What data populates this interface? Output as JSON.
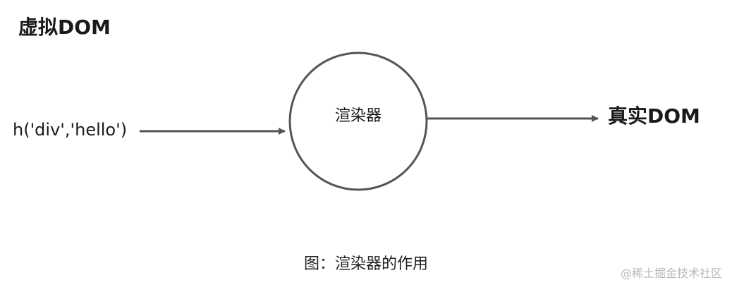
{
  "diagram": {
    "heading": "虚拟DOM",
    "input_label": "h('div','hello')",
    "node_label": "渲染器",
    "output_label": "真实DOM",
    "caption": "图：渲染器的作用",
    "watermark": "@稀土掘金技术社区",
    "colors": {
      "stroke": "#555555",
      "text": "#1a1a1a",
      "watermark": "#b8b8b8"
    }
  }
}
